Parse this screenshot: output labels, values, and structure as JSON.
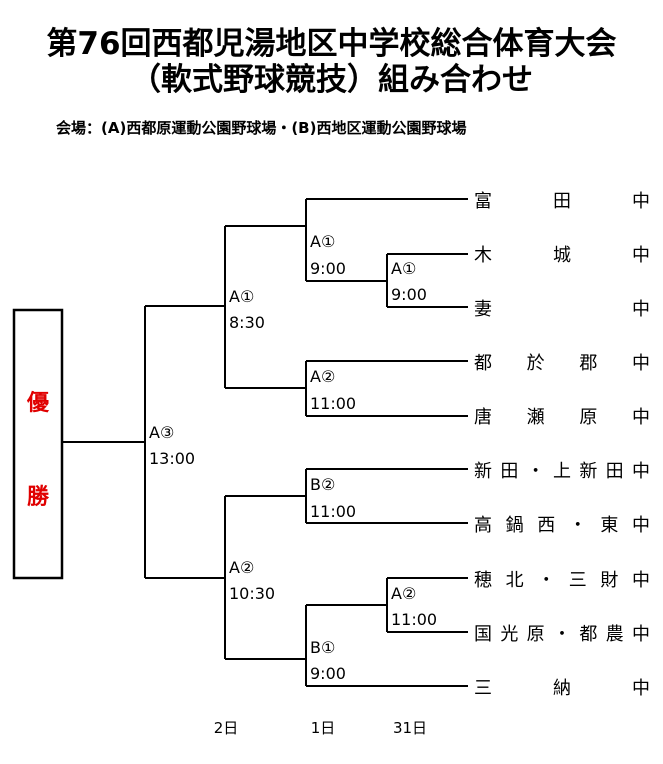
{
  "header": {
    "title_line1": "第76回西都児湯地区中学校総合体育大会",
    "title_line2": "（軟式野球競技）組み合わせ",
    "venue": "会場：(A)西都原運動公園野球場・(B)西地区運動公園野球場"
  },
  "winner_box": {
    "char1": "優",
    "char2": "勝"
  },
  "teams": [
    [
      "富",
      "田",
      "中"
    ],
    [
      "木",
      "城",
      "中"
    ],
    [
      "妻",
      "中"
    ],
    [
      "都",
      "於",
      "郡",
      "中"
    ],
    [
      "唐",
      "瀬",
      "原",
      "中"
    ],
    [
      "新",
      "田",
      "・",
      "上",
      "新",
      "田",
      "中"
    ],
    [
      "高",
      "鍋",
      "西",
      "・",
      "東",
      "中"
    ],
    [
      "穂",
      "北",
      "・",
      "三",
      "財",
      "中"
    ],
    [
      "国",
      "光",
      "原",
      "・",
      "都",
      "農",
      "中"
    ],
    [
      "三",
      "納",
      "中"
    ]
  ],
  "games": {
    "r1_top": {
      "field": "A①",
      "time": "9:00"
    },
    "r1_bottom": {
      "field": "A②",
      "time": "11:00"
    },
    "r2_1": {
      "field": "A①",
      "time": "9:00"
    },
    "r2_2": {
      "field": "A②",
      "time": "11:00"
    },
    "r2_3": {
      "field": "B②",
      "time": "11:00"
    },
    "r2_4": {
      "field": "B①",
      "time": "9:00"
    },
    "r3_top": {
      "field": "A①",
      "time": "8:30"
    },
    "r3_bottom": {
      "field": "A②",
      "time": "10:30"
    },
    "final": {
      "field": "A③",
      "time": "13:00"
    }
  },
  "days": {
    "final_day": "2日",
    "mid_day": "1日",
    "first_day": "31日"
  }
}
